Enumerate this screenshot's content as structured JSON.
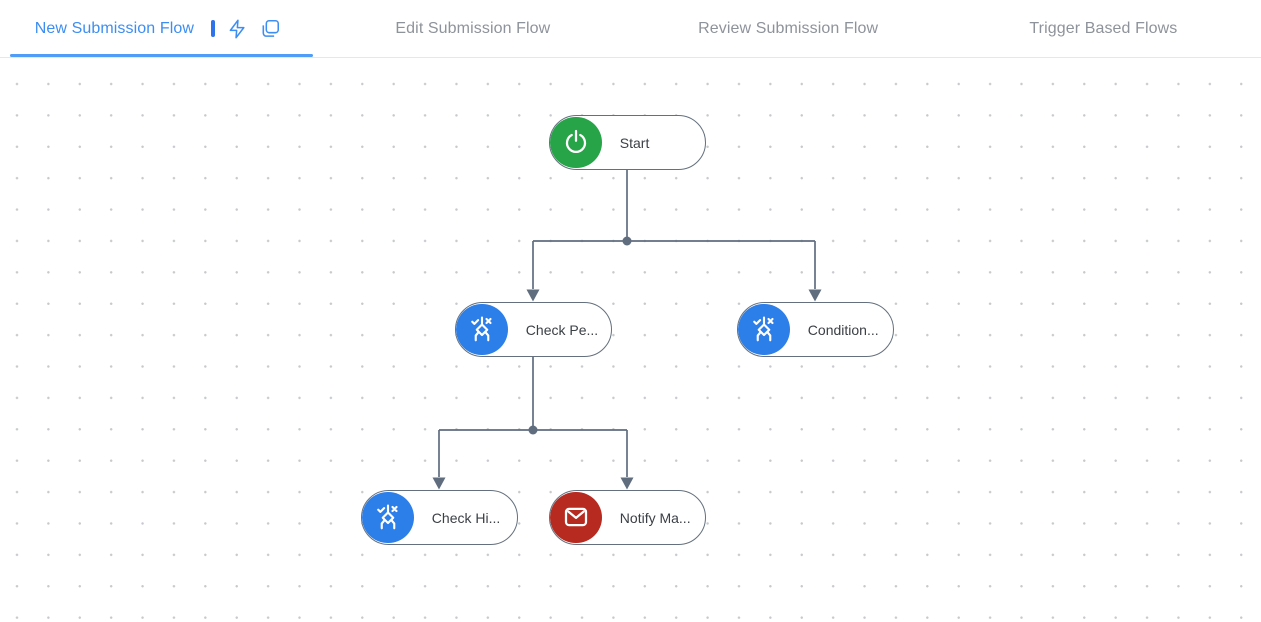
{
  "tab_bar": {
    "tabs": [
      {
        "label": "New Submission Flow",
        "active": true
      },
      {
        "label": "Edit Submission Flow",
        "active": false
      },
      {
        "label": "Review Submission Flow",
        "active": false
      },
      {
        "label": "Trigger Based Flows",
        "active": false
      }
    ],
    "active_tab_tools": [
      "separator-bar",
      "lightning-icon",
      "copy-icon"
    ]
  },
  "flow": {
    "nodes": [
      {
        "label": "Start",
        "icon": "power-icon",
        "icon_color": "#27a348"
      },
      {
        "label": "Check Pe...",
        "icon": "decision-icon",
        "icon_color": "#2c7ee9"
      },
      {
        "label": "Condition...",
        "icon": "decision-icon",
        "icon_color": "#2c7ee9"
      },
      {
        "label": "Check Hi...",
        "icon": "decision-icon",
        "icon_color": "#2c7ee9"
      },
      {
        "label": "Notify Ma...",
        "icon": "mail-icon",
        "icon_color": "#b62a20"
      }
    ],
    "edges": [
      {
        "from": "Start",
        "to": "Check Pe..."
      },
      {
        "from": "Start",
        "to": "Condition..."
      },
      {
        "from": "Check Pe...",
        "to": "Check Hi..."
      },
      {
        "from": "Check Pe...",
        "to": "Notify Ma..."
      }
    ]
  },
  "colors": {
    "accent_blue": "#3d8ef2",
    "active_underline": "#4f9df6",
    "inactive_tab_text": "#8e939b",
    "connector_gray": "#5f6d7e",
    "node_border": "#64707e",
    "start_green": "#27a348",
    "decision_blue": "#2c7ee9",
    "notify_red": "#b62a20",
    "canvas_dot": "#c7c9cc"
  }
}
